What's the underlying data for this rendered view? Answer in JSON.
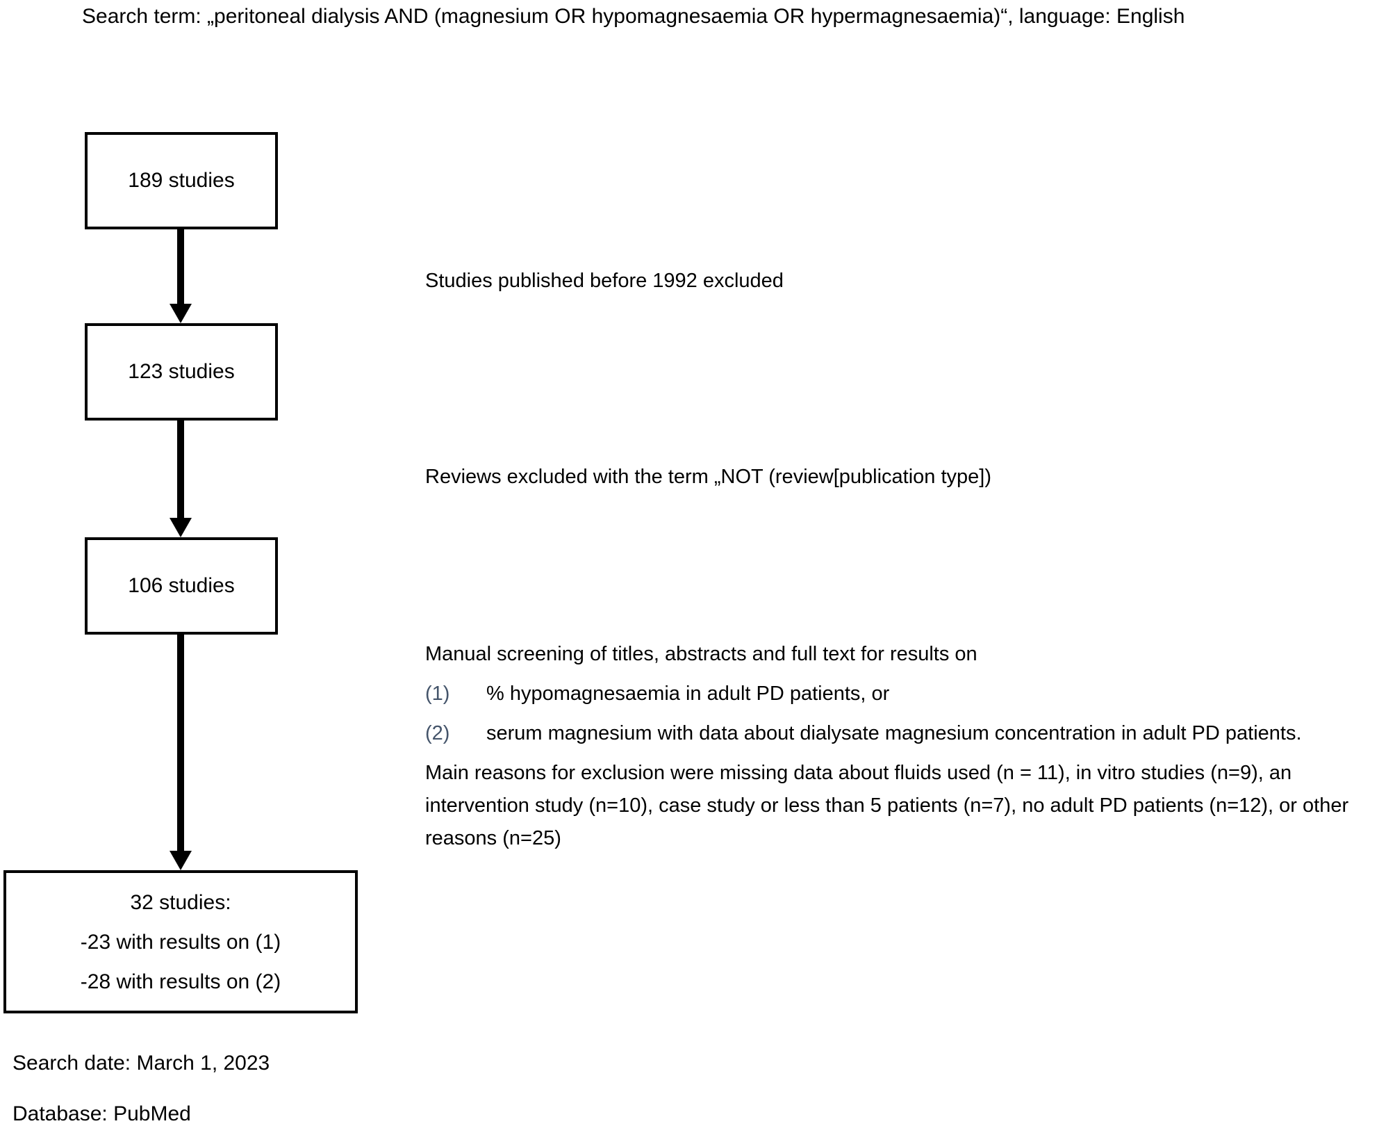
{
  "title": "Search term: „peritoneal dialysis AND (magnesium OR hypomagnesaemia OR hypermagnesaemia)“, language: English",
  "flow": {
    "boxes": [
      {
        "label": "189 studies"
      },
      {
        "label": "123 studies"
      },
      {
        "label": "106 studies"
      },
      {
        "lines": [
          "32 studies:",
          "-23 with results on (1)",
          "-28 with results on (2)"
        ]
      }
    ],
    "annotations": {
      "step1": "Studies published before 1992 excluded",
      "step2": "Reviews excluded with the term „NOT (review[publication type])",
      "step3": {
        "intro": "Manual screening of titles, abstracts and full text for results on",
        "items": [
          {
            "marker": "(1)",
            "text": "% hypomagnesaemia in adult PD patients, or"
          },
          {
            "marker": "(2)",
            "text": "serum magnesium with data about dialysate magnesium concentration in adult PD patients."
          }
        ],
        "reasons": "Main reasons for exclusion were missing data about fluids used (n = 11), in vitro studies (n=9), an intervention study (n=10), case study or less than 5 patients (n=7), no adult PD patients (n=12), or other reasons (n=25)"
      }
    }
  },
  "footer": {
    "search_date": "Search date: March 1, 2023",
    "database": "Database: PubMed"
  },
  "colors": {
    "text": "#000000",
    "list_marker": "#44546a",
    "box_border": "#000000",
    "background": "#ffffff"
  }
}
